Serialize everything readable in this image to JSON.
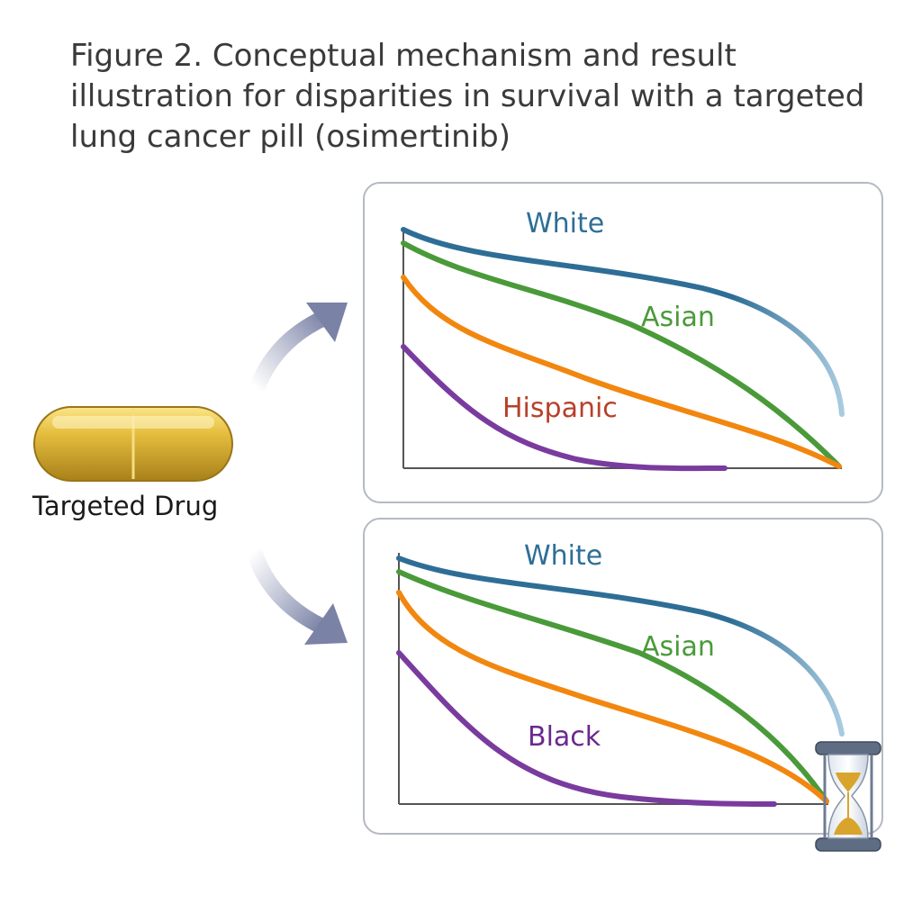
{
  "title": "Figure 2. Conceptual mechanism and result illustration for disparities in survival with a targeted lung cancer pill (osimertinib)",
  "drug": {
    "label": "Targeted Drug",
    "icon": "capsule-icon",
    "color": "#e2b93b"
  },
  "panels": [
    {
      "series": [
        {
          "label": "White",
          "color": "#2e6e96"
        },
        {
          "label": "Asian",
          "color": "#4a9a3a"
        },
        {
          "label": "",
          "color": "#f2870f"
        },
        {
          "label": "Hispanic",
          "color": "#7a3b9e",
          "label_color": "#b8402a"
        }
      ]
    },
    {
      "series": [
        {
          "label": "White",
          "color": "#2e6e96"
        },
        {
          "label": "Asian",
          "color": "#4a9a3a"
        },
        {
          "label": "",
          "color": "#f2870f"
        },
        {
          "label": "Black",
          "color": "#7a3b9e"
        }
      ],
      "icon": "hourglass-icon"
    }
  ]
}
